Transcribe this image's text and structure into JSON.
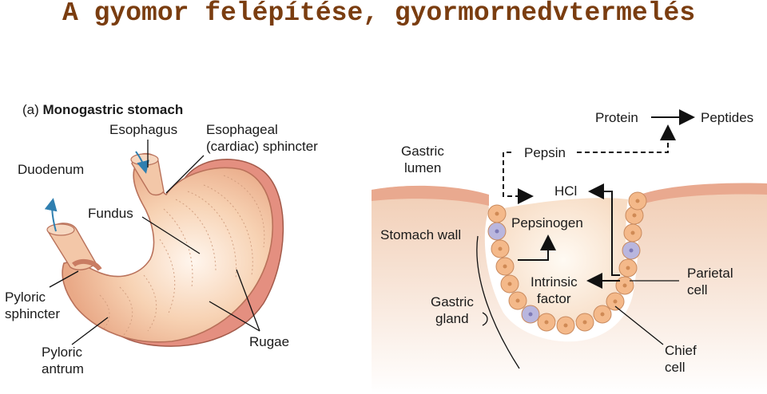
{
  "title": "A gyomor felépítése, gyormornedvtermelés",
  "panel_a": {
    "prefix": "(a)",
    "heading": "Monogastric stomach",
    "labels": {
      "esophagus": "Esophagus",
      "sphincter_line1": "Esophageal",
      "sphincter_line2": "(cardiac) sphincter",
      "duodenum": "Duodenum",
      "fundus": "Fundus",
      "pyloric_sphincter_line1": "Pyloric",
      "pyloric_sphincter_line2": "sphincter",
      "pyloric_antrum_line1": "Pyloric",
      "pyloric_antrum_line2": "antrum",
      "rugae": "Rugae"
    }
  },
  "panel_b": {
    "labels": {
      "gastric_lumen_line1": "Gastric",
      "gastric_lumen_line2": "lumen",
      "pepsin": "Pepsin",
      "protein": "Protein",
      "peptides": "Peptides",
      "hcl": "HCl",
      "pepsinogen": "Pepsinogen",
      "stomach_wall": "Stomach wall",
      "intrinsic_line1": "Intrinsic",
      "intrinsic_line2": "factor",
      "parietal_line1": "Parietal",
      "parietal_line2": "cell",
      "gastric_gland_line1": "Gastric",
      "gastric_gland_line2": "gland",
      "chief_line1": "Chief",
      "chief_line2": "cell"
    }
  },
  "colors": {
    "title": "#7a3d10",
    "tissue": "#f2c7a4",
    "tissue_dark": "#e0a37f",
    "wall_outer": "#e8998a",
    "cell": "#f4b98a",
    "parietal_cell": "#b9b6de",
    "lumen": "#fbe9d8",
    "arrow_blue": "#2f7fb0"
  }
}
